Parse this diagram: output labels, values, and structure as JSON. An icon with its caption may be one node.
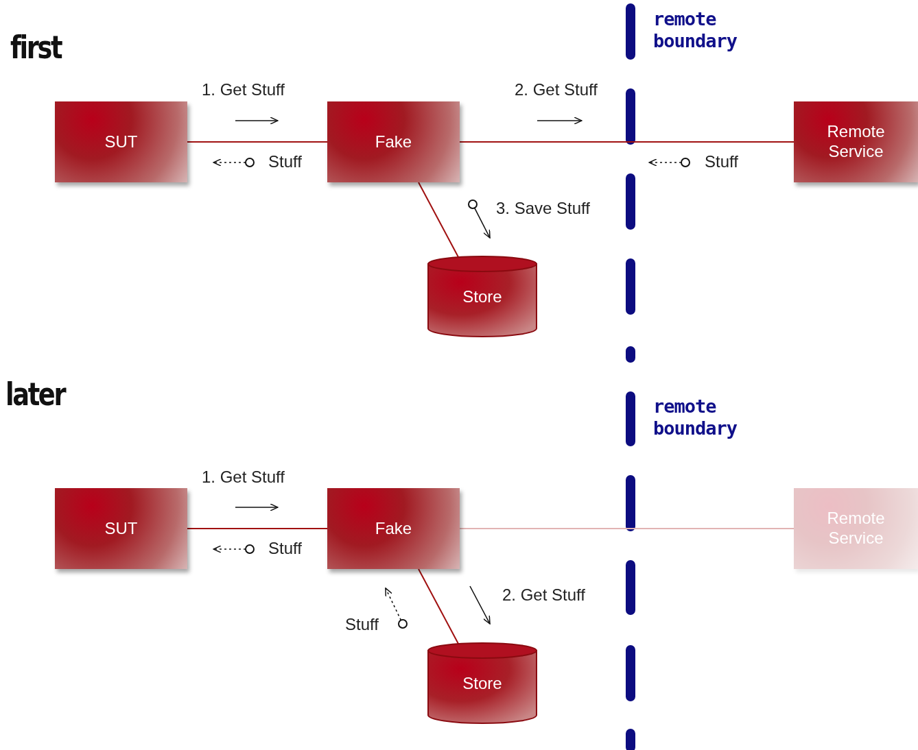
{
  "diagram": {
    "nodes": [
      {
        "text": [
          "SUT"
        ]
      },
      {
        "text": [
          "Fake"
        ]
      },
      {
        "text": [
          "Remote Service"
        ]
      },
      {
        "text": [
          "Store"
        ]
      },
      {
        "text": [
          "SUT"
        ]
      },
      {
        "text": [
          "Fake"
        ]
      },
      {
        "text": [
          "Remote Service"
        ]
      },
      {
        "text": [
          "Store"
        ]
      }
    ],
    "edges": [
      {
        "from": 0,
        "to": 1,
        "arrow": "none"
      },
      {
        "from": 1,
        "to": 2,
        "arrow": "none"
      },
      {
        "from": 1,
        "to": 3,
        "arrow": "none"
      },
      {
        "from": 4,
        "to": 5,
        "arrow": "none"
      },
      {
        "from": 5,
        "to": 6,
        "arrow": "none",
        "color": "#e2b3b3"
      },
      {
        "from": 5,
        "to": 7,
        "arrow": "none"
      }
    ],
    "labels": [
      "remote boundary",
      "first",
      "1. Get Stuff",
      "2. Get Stuff",
      "Stuff",
      "Stuff",
      "3. Save Stuff",
      "later",
      "remote boundary",
      "1. Get Stuff",
      "Stuff",
      "2. Get Stuff",
      "Stuff"
    ]
  }
}
